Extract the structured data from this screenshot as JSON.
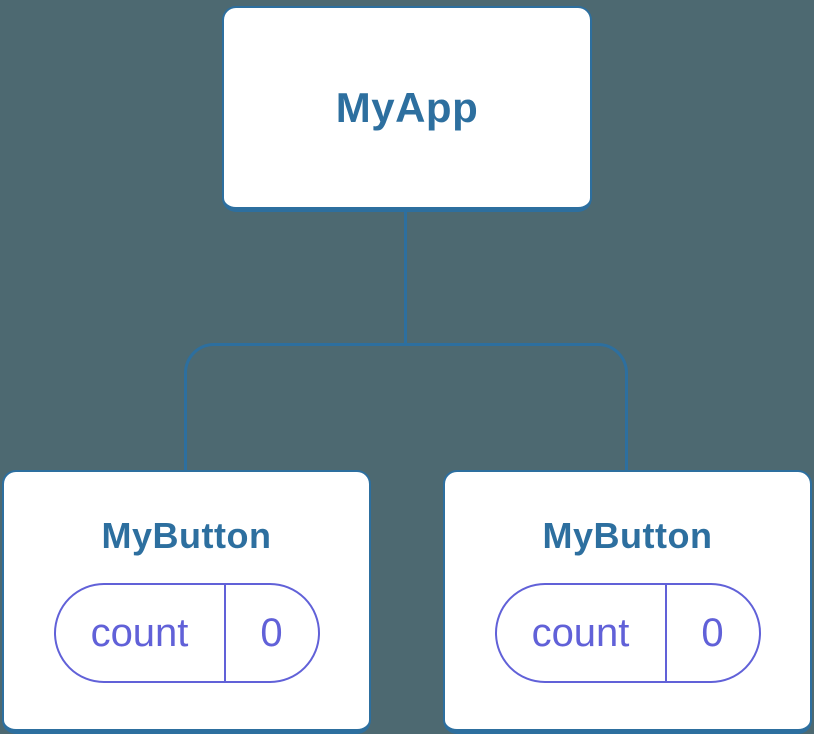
{
  "diagram": {
    "root": {
      "label": "MyApp"
    },
    "children": [
      {
        "label": "MyButton",
        "state": {
          "key": "count",
          "value": "0"
        }
      },
      {
        "label": "MyButton",
        "state": {
          "key": "count",
          "value": "0"
        }
      }
    ]
  },
  "colors": {
    "background": "#4d6971",
    "card_bg": "#ffffff",
    "stroke": "#2d6f9f",
    "label": "#2d6f9f",
    "state": "#6161d8"
  }
}
